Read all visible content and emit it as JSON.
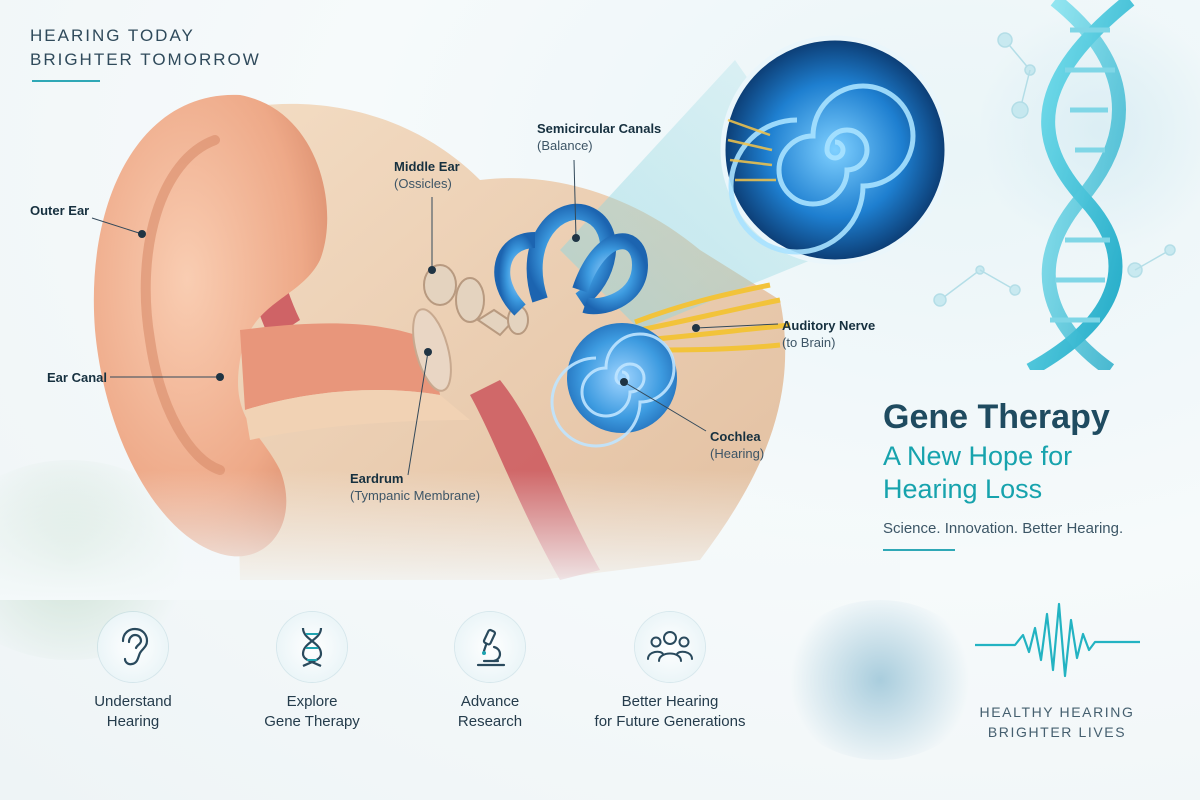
{
  "header": {
    "tagline_line1": "HEARING TODAY",
    "tagline_line2": "BRIGHTER TOMORROW"
  },
  "labels": {
    "outer_ear": {
      "title": "Outer Ear"
    },
    "ear_canal": {
      "title": "Ear Canal"
    },
    "middle_ear": {
      "title": "Middle Ear",
      "subtitle": "(Ossicles)"
    },
    "eardrum": {
      "title": "Eardrum",
      "subtitle": "(Tympanic Membrane)"
    },
    "semicircular": {
      "title": "Semicircular Canals",
      "subtitle": "(Balance)"
    },
    "auditory_nerve": {
      "title": "Auditory Nerve",
      "subtitle": "(to Brain)"
    },
    "cochlea": {
      "title": "Cochlea",
      "subtitle": "(Hearing)"
    }
  },
  "hero": {
    "title": "Gene Therapy",
    "subtitle_line1": "A New Hope for",
    "subtitle_line2": "Hearing Loss",
    "tagline": "Science. Innovation. Better Hearing."
  },
  "features": [
    {
      "icon": "ear-icon",
      "line1": "Understand",
      "line2": "Hearing"
    },
    {
      "icon": "dna-icon",
      "line1": "Explore",
      "line2": "Gene Therapy"
    },
    {
      "icon": "microscope-icon",
      "line1": "Advance",
      "line2": "Research"
    },
    {
      "icon": "people-icon",
      "line1": "Better Hearing",
      "line2": "for Future Generations"
    }
  ],
  "footer": {
    "line1": "HEALTHY HEARING",
    "line2": "BRIGHTER LIVES"
  },
  "colors": {
    "accent": "#2fa8b6",
    "title": "#1f4b60",
    "skin": "#f2b99a",
    "cochlea": "#3d9be0"
  }
}
